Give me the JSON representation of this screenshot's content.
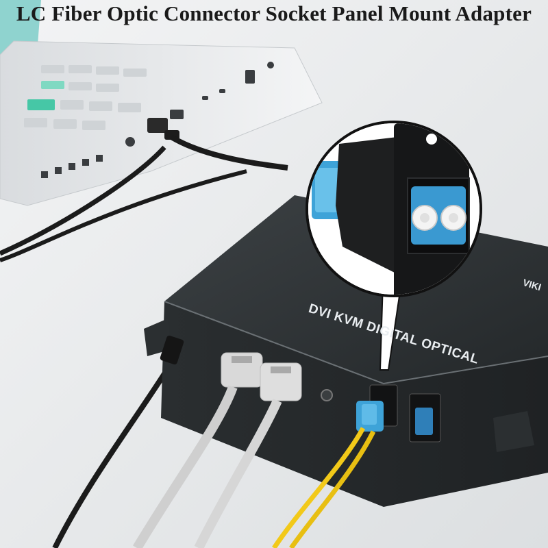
{
  "header": {
    "title": "LC Fiber Optic Connector Socket Panel Mount Adapter"
  },
  "product": {
    "device_label": "DVI KVM DIGITAL OPTICAL",
    "brand_fragment": "VIKI"
  },
  "colors": {
    "device_body": "#2f3335",
    "adapter_blue": "#3ea3d8",
    "fiber_yellow": "#f2c919",
    "cable_black": "#1b1b1b",
    "laptop_body": "#e6e8ea",
    "laptop_keys_accent": "#46c7a6",
    "panel_black": "#161718"
  },
  "icons": {
    "zoom_inset": "magnifier-circle-inset",
    "connector": "duplex-lc-adapter"
  }
}
